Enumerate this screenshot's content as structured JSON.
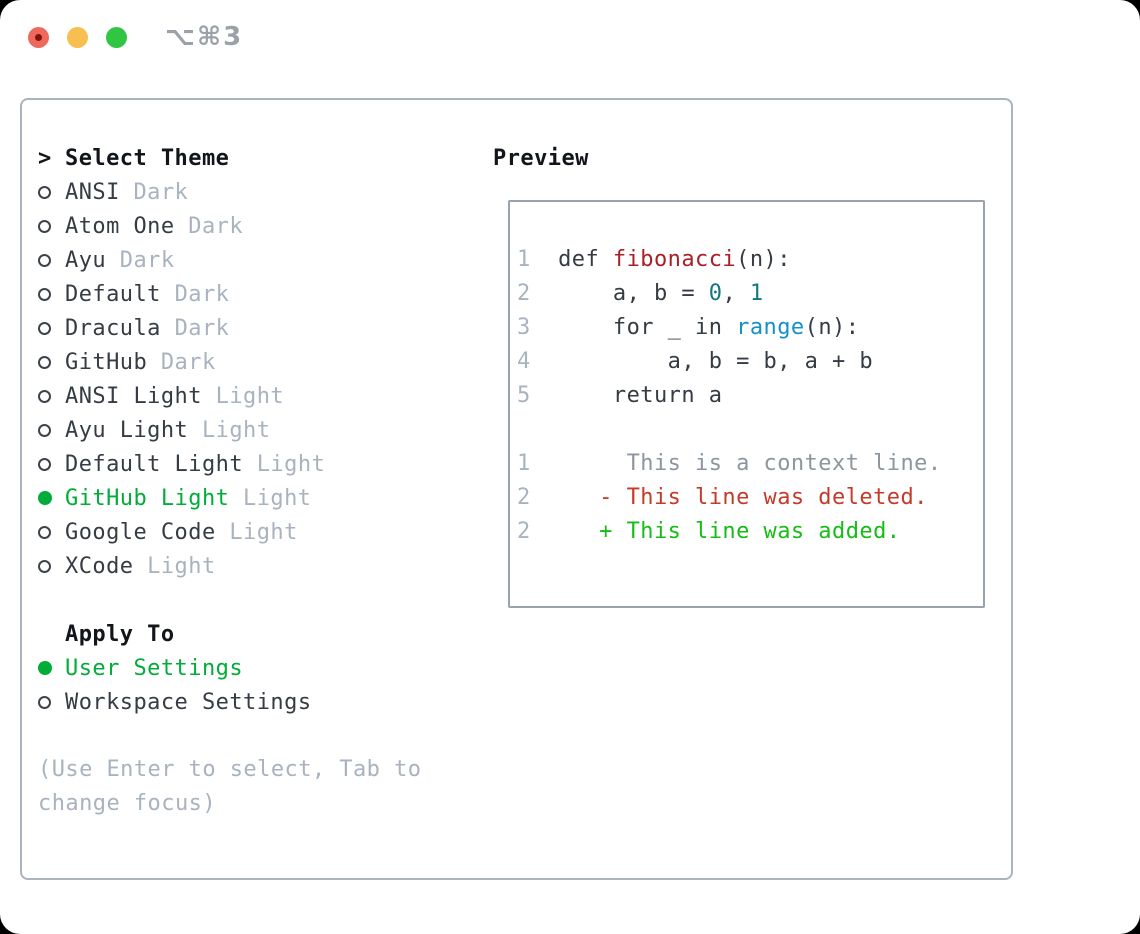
{
  "window": {
    "title": "⌥⌘3",
    "buttons": [
      {
        "name": "close",
        "has_unsaved_dot": true
      },
      {
        "name": "minimize",
        "has_unsaved_dot": false
      },
      {
        "name": "zoom",
        "has_unsaved_dot": false
      }
    ]
  },
  "select_theme": {
    "header": "Select Theme",
    "cursor": ">",
    "themes": [
      {
        "name": "ANSI",
        "variant": "Dark",
        "selected": false
      },
      {
        "name": "Atom One",
        "variant": "Dark",
        "selected": false
      },
      {
        "name": "Ayu",
        "variant": "Dark",
        "selected": false
      },
      {
        "name": "Default",
        "variant": "Dark",
        "selected": false
      },
      {
        "name": "Dracula",
        "variant": "Dark",
        "selected": false
      },
      {
        "name": "GitHub",
        "variant": "Dark",
        "selected": false
      },
      {
        "name": "ANSI Light",
        "variant": "Light",
        "selected": false
      },
      {
        "name": "Ayu Light",
        "variant": "Light",
        "selected": false
      },
      {
        "name": "Default Light",
        "variant": "Light",
        "selected": false
      },
      {
        "name": "GitHub Light",
        "variant": "Light",
        "selected": true
      },
      {
        "name": "Google Code",
        "variant": "Light",
        "selected": false
      },
      {
        "name": "XCode",
        "variant": "Light",
        "selected": false
      }
    ]
  },
  "apply_to": {
    "header": "Apply To",
    "options": [
      {
        "label": "User Settings",
        "selected": true
      },
      {
        "label": "Workspace Settings",
        "selected": false
      }
    ]
  },
  "help_text": "(Use Enter to select, Tab to change focus)",
  "preview": {
    "header": "Preview",
    "lines": [
      {
        "num": "1",
        "tokens": [
          {
            "text": "  def ",
            "style": "code"
          },
          {
            "text": "fibonacci",
            "style": "func"
          },
          {
            "text": "(n):",
            "style": "code"
          }
        ]
      },
      {
        "num": "2",
        "tokens": [
          {
            "text": "      a, b = ",
            "style": "code"
          },
          {
            "text": "0",
            "style": "lit"
          },
          {
            "text": ", ",
            "style": "code"
          },
          {
            "text": "1",
            "style": "lit"
          }
        ]
      },
      {
        "num": "3",
        "tokens": [
          {
            "text": "      for _ in ",
            "style": "code"
          },
          {
            "text": "range",
            "style": "builtin"
          },
          {
            "text": "(n):",
            "style": "code"
          }
        ]
      },
      {
        "num": "4",
        "tokens": [
          {
            "text": "          a, b = b, a + b",
            "style": "code"
          }
        ]
      },
      {
        "num": "5",
        "tokens": [
          {
            "text": "      return a",
            "style": "code"
          }
        ]
      },
      {
        "num": "",
        "tokens": []
      },
      {
        "num": "1",
        "tokens": [
          {
            "text": "       This is a context line.",
            "style": "context"
          }
        ]
      },
      {
        "num": "2",
        "tokens": [
          {
            "text": "     - This line was deleted.",
            "style": "deleted"
          }
        ]
      },
      {
        "num": "2",
        "tokens": [
          {
            "text": "     + This line was added.",
            "style": "added"
          }
        ]
      }
    ]
  },
  "colors": {
    "traffic_red": "#ef685c",
    "traffic_red_dot": "#7d150c",
    "traffic_yellow": "#f6bf4f",
    "traffic_green": "#30c644",
    "title_gray": "#9aa1a9",
    "panel_border": "#abb3be",
    "preview_border": "#99a3ad",
    "text_header": "#12161b",
    "text_dark": "#363c44",
    "ring_color": "#3d434b",
    "muted": "#a9b3bf",
    "ctx_gray": "#8d959e",
    "green_select": "#00ad39",
    "green_add": "#16bd16",
    "red_del": "#c53a29",
    "red_func": "#aa2025",
    "teal_lit": "#12777e",
    "blue_builtin": "#1590c8"
  }
}
